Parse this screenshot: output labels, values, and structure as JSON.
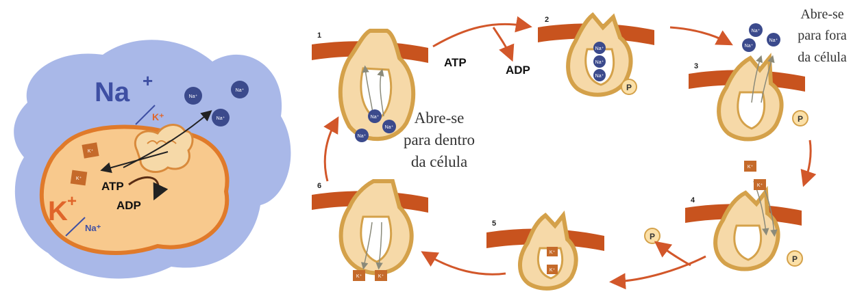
{
  "overview": {
    "outside_ion": "Na",
    "outside_ion_charge": "+",
    "outside_minor_ion": "K⁺",
    "inside_ion": "K",
    "inside_ion_charge": "+",
    "inside_minor_ion": "Na⁺",
    "atp_label": "ATP",
    "adp_label": "ADP",
    "na_ball_label": "Na⁺",
    "k_box_label": "K⁺"
  },
  "cycle": {
    "steps": [
      "1",
      "2",
      "3",
      "4",
      "5",
      "6"
    ],
    "atp_label": "ATP",
    "adp_label": "ADP",
    "phosphate_label": "P",
    "na_label": "Na⁺",
    "k_label": "K⁺",
    "caption_inward": [
      "Abre-se",
      "para dentro",
      "da célula"
    ],
    "caption_outward": [
      "Abre-se",
      "para fora",
      "da célula"
    ]
  },
  "colors": {
    "membrane": "#c8531e",
    "protein_fill": "#f6d9a8",
    "protein_outline": "#d4a14a",
    "cell_blue": "#a9b8e8",
    "na_ion": "#3b4a8c",
    "k_ion": "#c56a2a",
    "arrow": "#d2572a"
  }
}
